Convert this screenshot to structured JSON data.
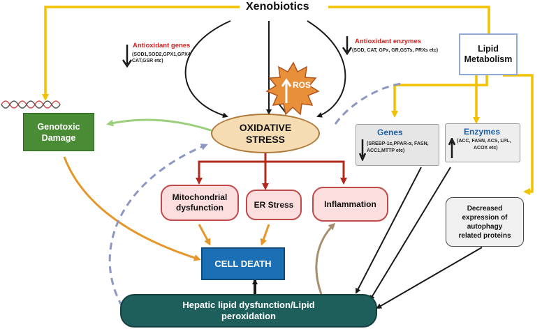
{
  "title": "Xenobiotics",
  "lipid_metabolism": "Lipid Metabolism",
  "antioxidant_genes": {
    "label": "Antioxidant  genes",
    "line1": "(SOD1,SOD2,GPX1,GPX4",
    "line2": "CAT,GSR etc)"
  },
  "antioxidant_enzymes": {
    "label": "Antioxidant enzymes",
    "line1": "(SOD, CAT, GPx, GR,GSTs, PRXs etc)"
  },
  "ros": "ROS",
  "oxidative_stress": {
    "line1": "OXIDATIVE",
    "line2": "STRESS"
  },
  "genotoxic_damage": {
    "line1": "Genotoxic",
    "line2": "Damage"
  },
  "mitochondrial": {
    "line1": "Mitochondrial",
    "line2": "dysfunction"
  },
  "er_stress": "ER Stress",
  "inflammation": "Inflammation",
  "cell_death": "CELL DEATH",
  "hepatic": {
    "line1": "Hepatic lipid dysfunction/Lipid",
    "line2": "peroxidation"
  },
  "genes_box": {
    "title": "Genes",
    "line1": "(SREBP-1c,PPAR-α, FASN,",
    "line2": "ACC1,MTTP etc)"
  },
  "enzymes_box": {
    "title": "Enzymes",
    "line1": "(ACC, FASN,   ACS, LPL,",
    "line2": "ACOX etc)"
  },
  "autophagy": {
    "line1": "Decreased",
    "line2": "expression of",
    "line3": "autophagy",
    "line4": "related proteins"
  },
  "colors": {
    "yellow": "#f2c200",
    "green_box": "#4a8c35",
    "teal": "#1e5f5c",
    "blue": "#1a6fb5",
    "red_arrow": "#b02a1e",
    "orange_arrow": "#e6972a",
    "dash": "#8c97c2"
  }
}
